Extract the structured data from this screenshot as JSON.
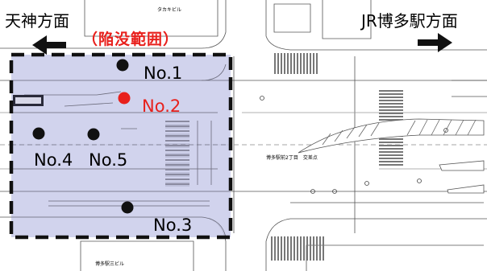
{
  "directions": {
    "left": "天神方面",
    "right": "JR博多駅方面"
  },
  "zone": {
    "label": "（陥没範囲）",
    "fill": "#c9cbea",
    "border_color": "#111111"
  },
  "points": [
    {
      "id": "p1",
      "label": "No.1",
      "color": "#111111"
    },
    {
      "id": "p2",
      "label": "No.2",
      "color": "#e8201c"
    },
    {
      "id": "p3",
      "label": "No.3",
      "color": "#111111"
    },
    {
      "id": "p4",
      "label": "No.4",
      "color": "#111111"
    },
    {
      "id": "p5",
      "label": "No.5",
      "color": "#111111"
    }
  ],
  "map_text": {
    "top_building": "タカキビル",
    "bottom_building": "博多駅三ビル",
    "intersection": "博多駅前2丁目　交差点"
  }
}
